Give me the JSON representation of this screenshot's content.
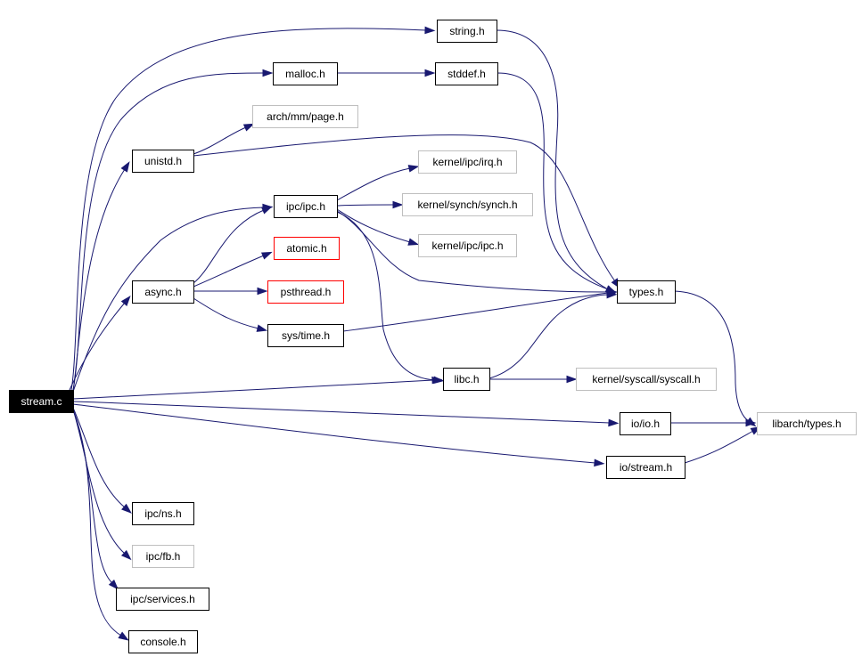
{
  "nodes": [
    {
      "id": "stream_c",
      "label": "stream.c",
      "style": "root"
    },
    {
      "id": "string_h",
      "label": "string.h",
      "style": "normal"
    },
    {
      "id": "malloc_h",
      "label": "malloc.h",
      "style": "normal"
    },
    {
      "id": "stddef_h",
      "label": "stddef.h",
      "style": "normal"
    },
    {
      "id": "arch_mm_page_h",
      "label": "arch/mm/page.h",
      "style": "gray"
    },
    {
      "id": "unistd_h",
      "label": "unistd.h",
      "style": "normal"
    },
    {
      "id": "kernel_ipc_irq_h",
      "label": "kernel/ipc/irq.h",
      "style": "gray"
    },
    {
      "id": "ipc_ipc_h",
      "label": "ipc/ipc.h",
      "style": "normal"
    },
    {
      "id": "kernel_synch_synch_h",
      "label": "kernel/synch/synch.h",
      "style": "gray"
    },
    {
      "id": "atomic_h",
      "label": "atomic.h",
      "style": "red"
    },
    {
      "id": "kernel_ipc_ipc_h",
      "label": "kernel/ipc/ipc.h",
      "style": "gray"
    },
    {
      "id": "async_h",
      "label": "async.h",
      "style": "normal"
    },
    {
      "id": "psthread_h",
      "label": "psthread.h",
      "style": "red"
    },
    {
      "id": "types_h",
      "label": "types.h",
      "style": "normal"
    },
    {
      "id": "sys_time_h",
      "label": "sys/time.h",
      "style": "normal"
    },
    {
      "id": "libc_h",
      "label": "libc.h",
      "style": "normal"
    },
    {
      "id": "kernel_syscall_syscall_h",
      "label": "kernel/syscall/syscall.h",
      "style": "gray"
    },
    {
      "id": "io_io_h",
      "label": "io/io.h",
      "style": "normal"
    },
    {
      "id": "libarch_types_h",
      "label": "libarch/types.h",
      "style": "gray"
    },
    {
      "id": "io_stream_h",
      "label": "io/stream.h",
      "style": "normal"
    },
    {
      "id": "ipc_ns_h",
      "label": "ipc/ns.h",
      "style": "normal"
    },
    {
      "id": "ipc_fb_h",
      "label": "ipc/fb.h",
      "style": "gray"
    },
    {
      "id": "ipc_services_h",
      "label": "ipc/services.h",
      "style": "normal"
    },
    {
      "id": "console_h",
      "label": "console.h",
      "style": "normal"
    }
  ],
  "edges": [
    {
      "from": "stream_c",
      "to": "string_h"
    },
    {
      "from": "stream_c",
      "to": "malloc_h"
    },
    {
      "from": "stream_c",
      "to": "unistd_h"
    },
    {
      "from": "stream_c",
      "to": "ipc_ipc_h"
    },
    {
      "from": "stream_c",
      "to": "async_h"
    },
    {
      "from": "stream_c",
      "to": "libc_h"
    },
    {
      "from": "stream_c",
      "to": "io_io_h"
    },
    {
      "from": "stream_c",
      "to": "io_stream_h"
    },
    {
      "from": "stream_c",
      "to": "ipc_ns_h"
    },
    {
      "from": "stream_c",
      "to": "ipc_fb_h"
    },
    {
      "from": "stream_c",
      "to": "ipc_services_h"
    },
    {
      "from": "stream_c",
      "to": "console_h"
    },
    {
      "from": "string_h",
      "to": "types_h"
    },
    {
      "from": "malloc_h",
      "to": "stddef_h"
    },
    {
      "from": "stddef_h",
      "to": "types_h"
    },
    {
      "from": "unistd_h",
      "to": "arch_mm_page_h"
    },
    {
      "from": "unistd_h",
      "to": "types_h"
    },
    {
      "from": "ipc_ipc_h",
      "to": "kernel_ipc_irq_h"
    },
    {
      "from": "ipc_ipc_h",
      "to": "kernel_synch_synch_h"
    },
    {
      "from": "ipc_ipc_h",
      "to": "kernel_ipc_ipc_h"
    },
    {
      "from": "ipc_ipc_h",
      "to": "types_h"
    },
    {
      "from": "ipc_ipc_h",
      "to": "libc_h"
    },
    {
      "from": "async_h",
      "to": "ipc_ipc_h"
    },
    {
      "from": "async_h",
      "to": "atomic_h"
    },
    {
      "from": "async_h",
      "to": "psthread_h"
    },
    {
      "from": "async_h",
      "to": "sys_time_h"
    },
    {
      "from": "sys_time_h",
      "to": "types_h"
    },
    {
      "from": "libc_h",
      "to": "types_h"
    },
    {
      "from": "libc_h",
      "to": "kernel_syscall_syscall_h"
    },
    {
      "from": "types_h",
      "to": "libarch_types_h"
    },
    {
      "from": "io_io_h",
      "to": "libarch_types_h"
    },
    {
      "from": "io_stream_h",
      "to": "libarch_types_h"
    }
  ]
}
